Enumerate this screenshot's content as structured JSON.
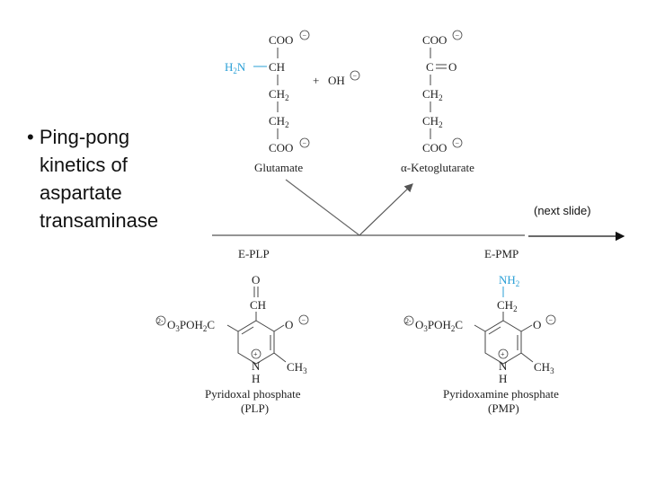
{
  "bullet": {
    "marker": "•",
    "lines": [
      "Ping-pong",
      "kinetics of",
      "aspartate",
      "transaminase"
    ]
  },
  "next_slide_note": "(next slide)",
  "glutamate": {
    "atoms": {
      "coo_top": "COO",
      "amine": "H",
      "amine_sub": "2",
      "amine_n": "N",
      "ch": "CH",
      "ch2a": "CH",
      "ch2a_sub": "2",
      "ch2b": "CH",
      "ch2b_sub": "2",
      "coo_bottom": "COO"
    },
    "name": "Glutamate"
  },
  "hydroxide": {
    "plus": "+",
    "oh": "OH"
  },
  "ketoglutarate": {
    "atoms": {
      "coo_top": "COO",
      "c": "C",
      "o": "O",
      "ch2a": "CH",
      "ch2a_sub": "2",
      "ch2b": "CH",
      "ch2b_sub": "2",
      "coo_bottom": "COO"
    },
    "name": "α-Ketoglutarate"
  },
  "enzyme_labels": {
    "left": "E-PLP",
    "right": "E-PMP"
  },
  "plp": {
    "atoms": {
      "o": "O",
      "ch": "CH",
      "phosphate_charge": "2-",
      "phosphate": "O",
      "phosphate_sub": "3",
      "phosphate_rest": "POH",
      "phosphate_rest_sub": "2",
      "phosphate_c": "C",
      "ring_o": "O",
      "n": "N",
      "h": "H",
      "ch3": "CH",
      "ch3_sub": "3"
    },
    "name_line1": "Pyridoxal phosphate",
    "name_line2": "(PLP)"
  },
  "pmp": {
    "atoms": {
      "nh2": "NH",
      "nh2_sub": "2",
      "ch2": "CH",
      "ch2_sub": "2",
      "phosphate_charge": "2-",
      "phosphate": "O",
      "phosphate_sub": "3",
      "phosphate_rest": "POH",
      "phosphate_rest_sub": "2",
      "phosphate_c": "C",
      "ring_o": "O",
      "n": "N",
      "h": "H",
      "ch3": "CH",
      "ch3_sub": "3"
    },
    "name_line1": "Pyridoxamine phosphate",
    "name_line2": "(PMP)"
  },
  "charge_symbols": {
    "minus": "−",
    "plus": "+"
  },
  "colors": {
    "amine_highlight": "#2a9fd6",
    "text": "#222222",
    "bond": "#444444"
  }
}
